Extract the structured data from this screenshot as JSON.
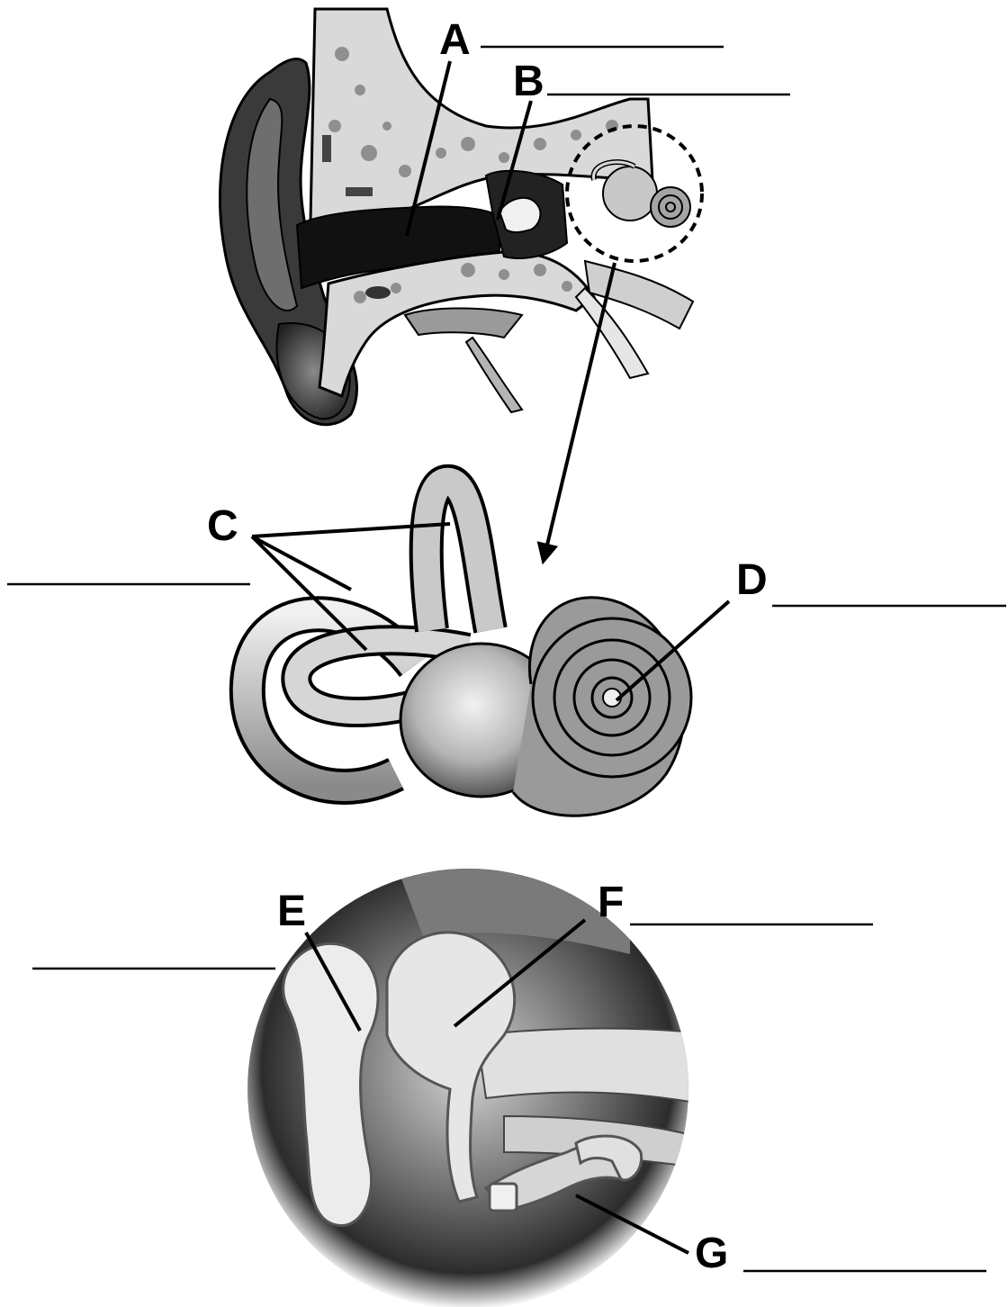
{
  "labels": {
    "A": "A",
    "B": "B",
    "C": "C",
    "D": "D",
    "E": "E",
    "F": "F",
    "G": "G"
  },
  "answers": {
    "A": "",
    "B": "",
    "C": "",
    "D": "",
    "E": "",
    "F": "",
    "G": ""
  },
  "colors": {
    "ink": "#000000",
    "skin_dark": "#3a3a3a",
    "bone": "#d9d9d9",
    "cochlea": "#9a9a9a"
  }
}
